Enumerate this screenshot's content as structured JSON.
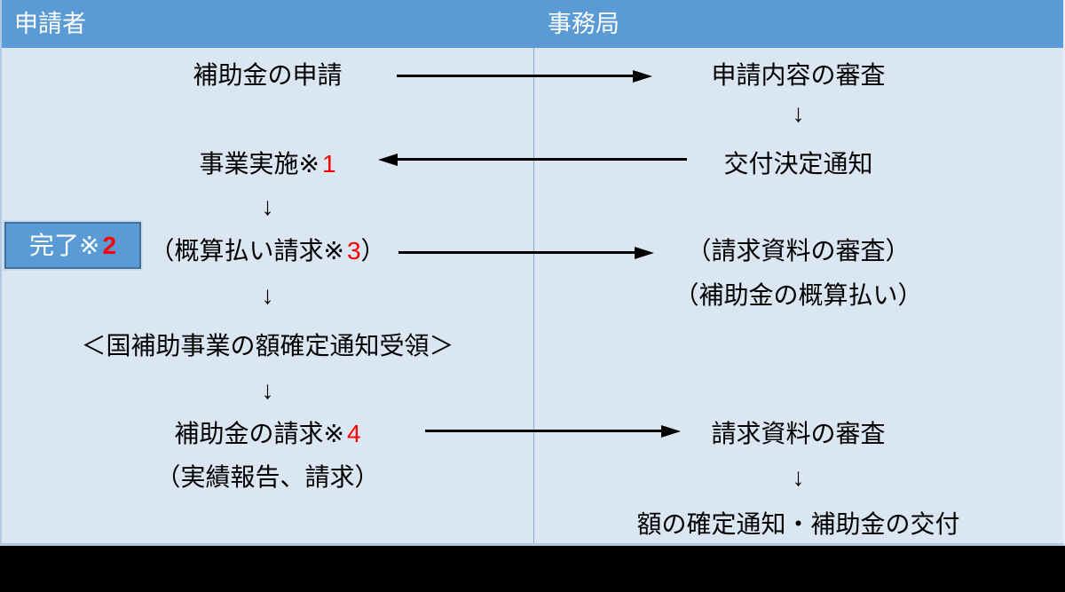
{
  "colors": {
    "header_bg": "#5b9bd5",
    "body_bg": "#dbe6f3",
    "box_fill": "#5b9bd5",
    "box_border": "#41719c",
    "divider": "#8ca8c8",
    "note_number_red": "#ff0000",
    "arrow_black": "#000000",
    "bottom_bar": "#000000"
  },
  "header": {
    "left_title": "申請者",
    "right_title": "事務局"
  },
  "glyphs": {
    "down_arrow": "↓"
  },
  "steps": {
    "subsidy_application": {
      "text": "補助金の申請"
    },
    "application_review": {
      "text": "申請内容の審査"
    },
    "project_implementation": {
      "pre": "事業実施※",
      "num": "1"
    },
    "grant_decision_notice": {
      "text": "交付決定通知"
    },
    "completion": {
      "pre": "完了※",
      "num": "2"
    },
    "provisional_payment_request": {
      "pre": "（概算払い請求※",
      "num": "3",
      "post": "）"
    },
    "request_docs_review_paren": {
      "text": "（請求資料の審査）"
    },
    "provisional_payment_paren": {
      "text": "（補助金の概算払い）"
    },
    "amount_notice_receipt": {
      "text": "＜国補助事業の額確定通知受領＞"
    },
    "subsidy_claim": {
      "pre": "補助金の請求※",
      "num": "4"
    },
    "claim_docs_review": {
      "text": "請求資料の審査"
    },
    "performance_report_paren": {
      "text": "（実績報告、請求）"
    },
    "amount_notice_and_grant": {
      "text": "額の確定通知・補助金の交付"
    }
  }
}
